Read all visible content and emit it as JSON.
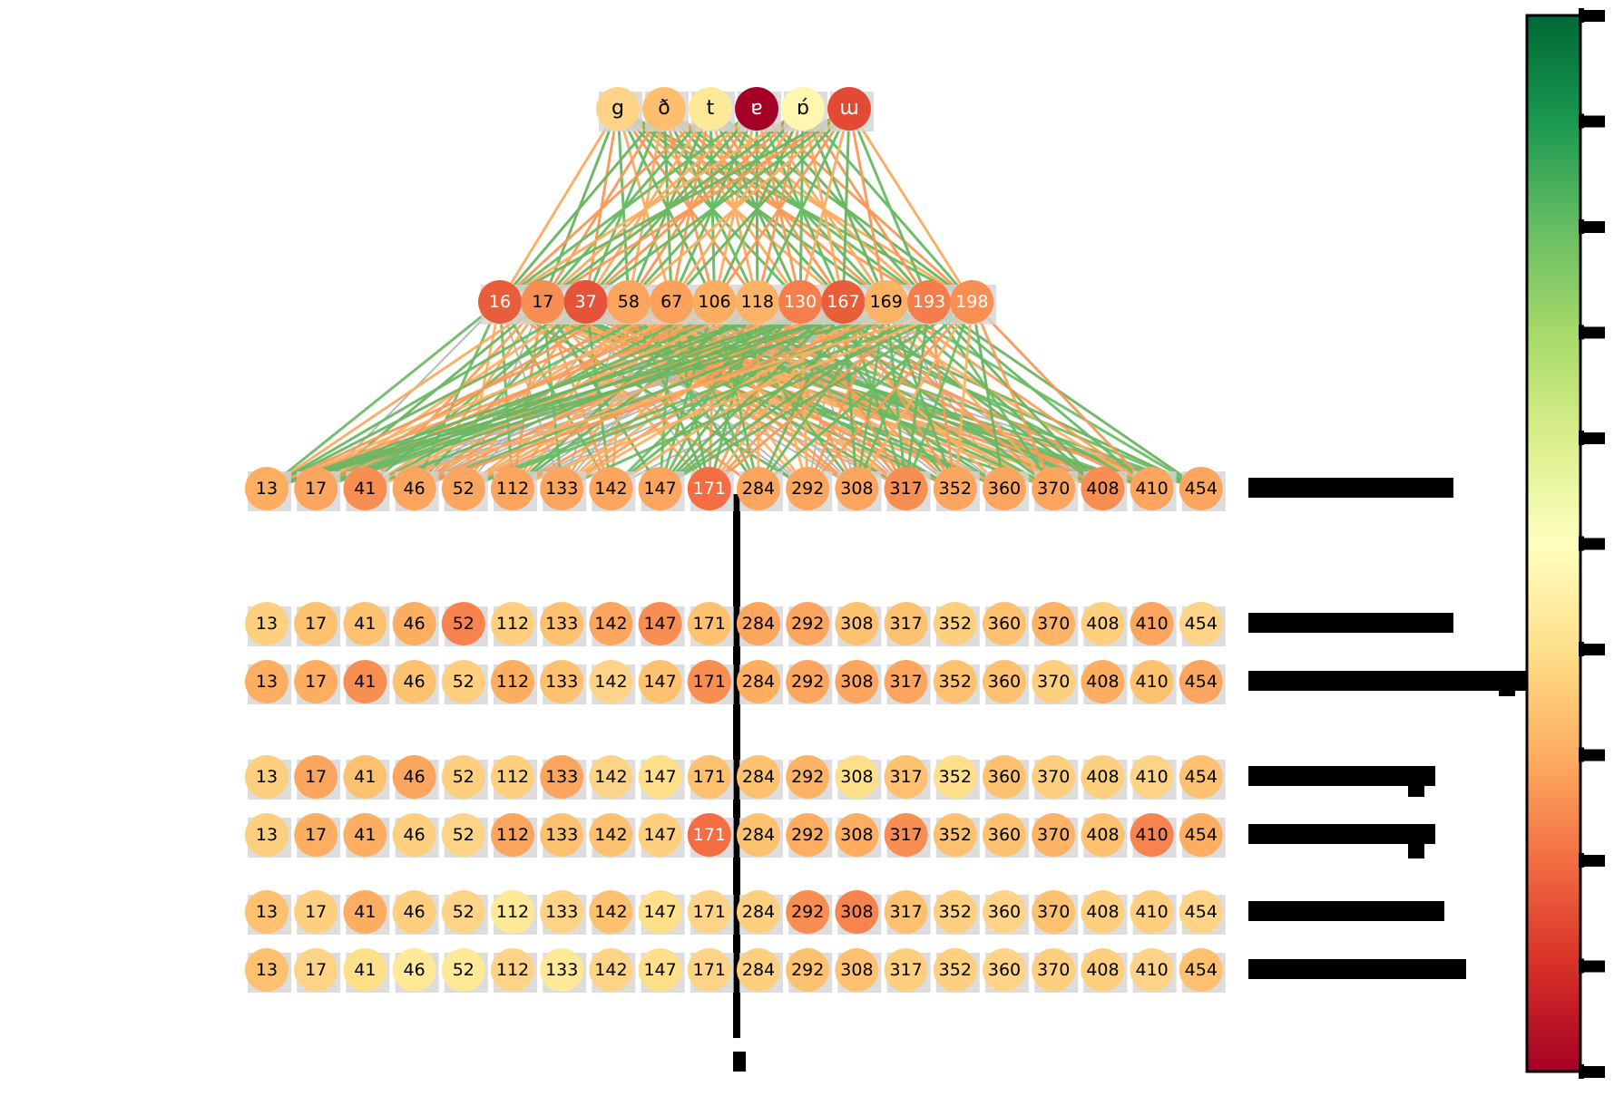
{
  "top_layer": {
    "labels": [
      "g",
      "ð",
      "t",
      "ɐ",
      "ɒ́",
      "ɯ"
    ],
    "colors": [
      "#fdd387",
      "#fdbf6f",
      "#fee999",
      "#a50026",
      "#fff6b0",
      "#e34a33"
    ],
    "text_colors": [
      "#000000",
      "#000000",
      "#000000",
      "#ffffff",
      "#000000",
      "#ffffff"
    ]
  },
  "middle_layer": {
    "labels": [
      "16",
      "17",
      "37",
      "58",
      "67",
      "106",
      "118",
      "130",
      "167",
      "169",
      "193",
      "198"
    ],
    "colors": [
      "#e85d3a",
      "#f88e52",
      "#e4543a",
      "#fca55f",
      "#fca05c",
      "#fdae61",
      "#fdb366",
      "#f57e4b",
      "#e85d3a",
      "#fdb366",
      "#f47d4b",
      "#fa8f53"
    ],
    "text_colors": [
      "#ffffff",
      "#000000",
      "#ffffff",
      "#000000",
      "#000000",
      "#000000",
      "#000000",
      "#ffffff",
      "#ffffff",
      "#000000",
      "#ffffff",
      "#ffffff"
    ]
  },
  "bottom_labels": [
    "13",
    "17",
    "41",
    "46",
    "52",
    "112",
    "133",
    "142",
    "147",
    "171",
    "284",
    "292",
    "308",
    "317",
    "352",
    "360",
    "370",
    "408",
    "410",
    "454"
  ],
  "rows": [
    {
      "colors": [
        "#fdae61",
        "#fca55f",
        "#f88e52",
        "#fca55f",
        "#fca55f",
        "#fca55f",
        "#fca55f",
        "#fca55f",
        "#fca55f",
        "#f46d43",
        "#fca55f",
        "#fca55f",
        "#fca55f",
        "#f88e52",
        "#fca55f",
        "#fca55f",
        "#fca55f",
        "#f88e52",
        "#fca55f",
        "#fca55f"
      ],
      "text_colors": [
        "#000000",
        "#000000",
        "#000000",
        "#000000",
        "#000000",
        "#000000",
        "#000000",
        "#000000",
        "#000000",
        "#ffffff",
        "#000000",
        "#000000",
        "#000000",
        "#000000",
        "#000000",
        "#000000",
        "#000000",
        "#000000",
        "#000000",
        "#000000"
      ]
    },
    {
      "colors": [
        "#fdcf7f",
        "#fdc170",
        "#fdc170",
        "#fdae61",
        "#f7844e",
        "#fdcf7f",
        "#fdc170",
        "#fca55f",
        "#f88e52",
        "#fdc170",
        "#fca55f",
        "#fca55f",
        "#fdc170",
        "#fdc170",
        "#fdcf7f",
        "#fdc170",
        "#fdb366",
        "#fdcf7f",
        "#fca55f",
        "#fdd387"
      ],
      "text_colors": [
        "#000000",
        "#000000",
        "#000000",
        "#000000",
        "#000000",
        "#000000",
        "#000000",
        "#000000",
        "#000000",
        "#000000",
        "#000000",
        "#000000",
        "#000000",
        "#000000",
        "#000000",
        "#000000",
        "#000000",
        "#000000",
        "#000000",
        "#000000"
      ]
    },
    {
      "colors": [
        "#fdae61",
        "#fdae61",
        "#f88e52",
        "#fdc170",
        "#fdcf7f",
        "#fdae61",
        "#fdc170",
        "#fdd387",
        "#fdc170",
        "#f88e52",
        "#fdae61",
        "#fca55f",
        "#fca55f",
        "#fca55f",
        "#fdc170",
        "#fdc170",
        "#fdcf7f",
        "#fdae61",
        "#fdc170",
        "#fca55f"
      ],
      "text_colors": [
        "#000000",
        "#000000",
        "#000000",
        "#000000",
        "#000000",
        "#000000",
        "#000000",
        "#000000",
        "#000000",
        "#000000",
        "#000000",
        "#000000",
        "#000000",
        "#000000",
        "#000000",
        "#000000",
        "#000000",
        "#000000",
        "#000000",
        "#000000"
      ]
    },
    {
      "colors": [
        "#fdcf7f",
        "#fca55f",
        "#fdc170",
        "#fca55f",
        "#fdcf7f",
        "#fdcf7f",
        "#fca55f",
        "#fdd387",
        "#fee08b",
        "#fdc170",
        "#fdc170",
        "#fdb366",
        "#fee08b",
        "#fdc170",
        "#fee08b",
        "#fdc170",
        "#fdcf7f",
        "#fdcf7f",
        "#fdd387",
        "#fdc170"
      ],
      "text_colors": [
        "#000000",
        "#000000",
        "#000000",
        "#000000",
        "#000000",
        "#000000",
        "#000000",
        "#000000",
        "#000000",
        "#000000",
        "#000000",
        "#000000",
        "#000000",
        "#000000",
        "#000000",
        "#000000",
        "#000000",
        "#000000",
        "#000000",
        "#000000"
      ]
    },
    {
      "colors": [
        "#fdcf7f",
        "#fdae61",
        "#fdae61",
        "#fdcf7f",
        "#fdd387",
        "#fca55f",
        "#fdc170",
        "#fdc170",
        "#fdcf7f",
        "#f46d43",
        "#fdc170",
        "#fdae61",
        "#fdae61",
        "#f88e52",
        "#fdc170",
        "#fdc170",
        "#fdb366",
        "#fdc170",
        "#f7844e",
        "#fdae61"
      ],
      "text_colors": [
        "#000000",
        "#000000",
        "#000000",
        "#000000",
        "#000000",
        "#000000",
        "#000000",
        "#000000",
        "#000000",
        "#ffffff",
        "#000000",
        "#000000",
        "#000000",
        "#000000",
        "#000000",
        "#000000",
        "#000000",
        "#000000",
        "#000000",
        "#000000"
      ]
    },
    {
      "colors": [
        "#fdc170",
        "#fdcf7f",
        "#fdae61",
        "#fdcf7f",
        "#fdd387",
        "#fee999",
        "#fdd387",
        "#fdc170",
        "#fee08b",
        "#fdd387",
        "#fdcf7f",
        "#f88e52",
        "#f7844e",
        "#fdc170",
        "#fdcf7f",
        "#fdd387",
        "#fdc170",
        "#fdcf7f",
        "#fdcf7f",
        "#fdd387"
      ],
      "text_colors": [
        "#000000",
        "#000000",
        "#000000",
        "#000000",
        "#000000",
        "#000000",
        "#000000",
        "#000000",
        "#000000",
        "#000000",
        "#000000",
        "#000000",
        "#000000",
        "#000000",
        "#000000",
        "#000000",
        "#000000",
        "#000000",
        "#000000",
        "#000000"
      ]
    },
    {
      "colors": [
        "#fdc170",
        "#fdd387",
        "#fee08b",
        "#fee999",
        "#fee999",
        "#fdd387",
        "#fee999",
        "#fdd387",
        "#fee08b",
        "#fdd387",
        "#fdcf7f",
        "#fdc170",
        "#fdc170",
        "#fdcf7f",
        "#fdcf7f",
        "#fdd387",
        "#fdcf7f",
        "#fdcf7f",
        "#fdd387",
        "#fdc170"
      ],
      "text_colors": [
        "#000000",
        "#000000",
        "#000000",
        "#000000",
        "#000000",
        "#000000",
        "#000000",
        "#000000",
        "#000000",
        "#000000",
        "#000000",
        "#000000",
        "#000000",
        "#000000",
        "#000000",
        "#000000",
        "#000000",
        "#000000",
        "#000000",
        "#000000"
      ]
    }
  ],
  "edge_colors": [
    "#fdae61",
    "#66bd63",
    "#fb9a57",
    "#6ab660"
  ],
  "colorbar": {
    "colormap": "RdYlGn",
    "stops": [
      "#a50026",
      "#d73027",
      "#f46d43",
      "#fdae61",
      "#fee08b",
      "#ffffbf",
      "#d9ef8b",
      "#a6d96a",
      "#66bd63",
      "#1a9850",
      "#006837"
    ]
  }
}
